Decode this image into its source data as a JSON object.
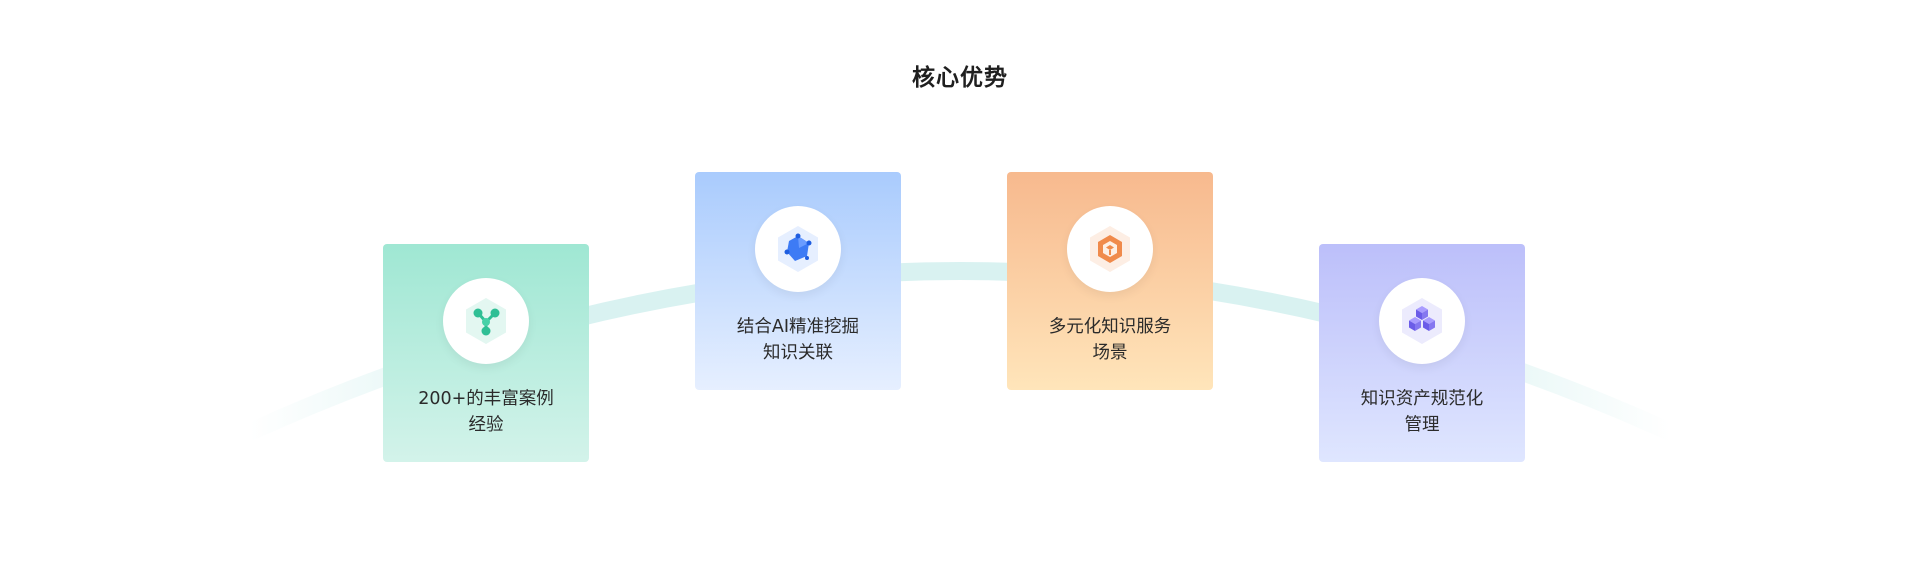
{
  "section": {
    "title": "核心优势"
  },
  "cards": [
    {
      "line1": "200+的丰富案例",
      "line2": "经验",
      "icon": "molecule-icon",
      "accent": "#2fbf95"
    },
    {
      "line1": "结合AI精准挖掘",
      "line2": "知识关联",
      "icon": "network-cube-icon",
      "accent": "#3d7bf5"
    },
    {
      "line1": "多元化知识服务",
      "line2": "场景",
      "icon": "hex-box-icon",
      "accent": "#f08a4b"
    },
    {
      "line1": "知识资产规范化",
      "line2": "管理",
      "icon": "stacked-cubes-icon",
      "accent": "#7b6cf2"
    }
  ]
}
